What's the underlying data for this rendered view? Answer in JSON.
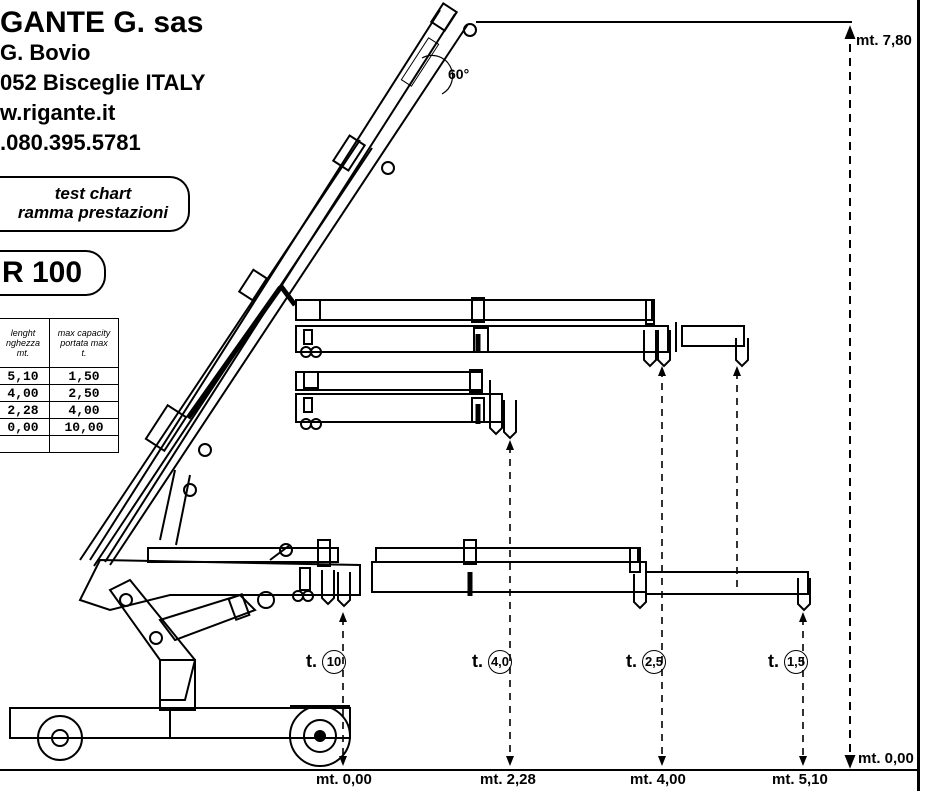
{
  "company": {
    "name": "GANTE G. sas",
    "address": "G. Bovio",
    "city": "052 Bisceglie ITALY",
    "web": "w.rigante.it",
    "phone": ".080.395.5781"
  },
  "chart_title": {
    "line1": "test chart",
    "line2": "ramma prestazioni"
  },
  "model": "R 100",
  "capacity_table": {
    "headers": [
      "lenght\nnghezza\nmt.",
      "max capacity\nportata max\nt."
    ],
    "rows": [
      [
        "5,10",
        "1,50"
      ],
      [
        "4,00",
        "2,50"
      ],
      [
        "2,28",
        "4,00"
      ],
      [
        "0,00",
        "10,00"
      ],
      [
        "",
        ""
      ]
    ]
  },
  "angle_label": "60°",
  "height_labels": {
    "top": "mt. 7,80",
    "bottom": "mt. 0,00"
  },
  "load_labels": [
    {
      "prefix": "t.",
      "value": "10"
    },
    {
      "prefix": "t.",
      "value": "4,0"
    },
    {
      "prefix": "t.",
      "value": "2,5"
    },
    {
      "prefix": "t.",
      "value": "1,5"
    }
  ],
  "distance_labels": [
    "mt. 0,00",
    "mt. 2,28",
    "mt. 4,00",
    "mt. 5,10"
  ]
}
